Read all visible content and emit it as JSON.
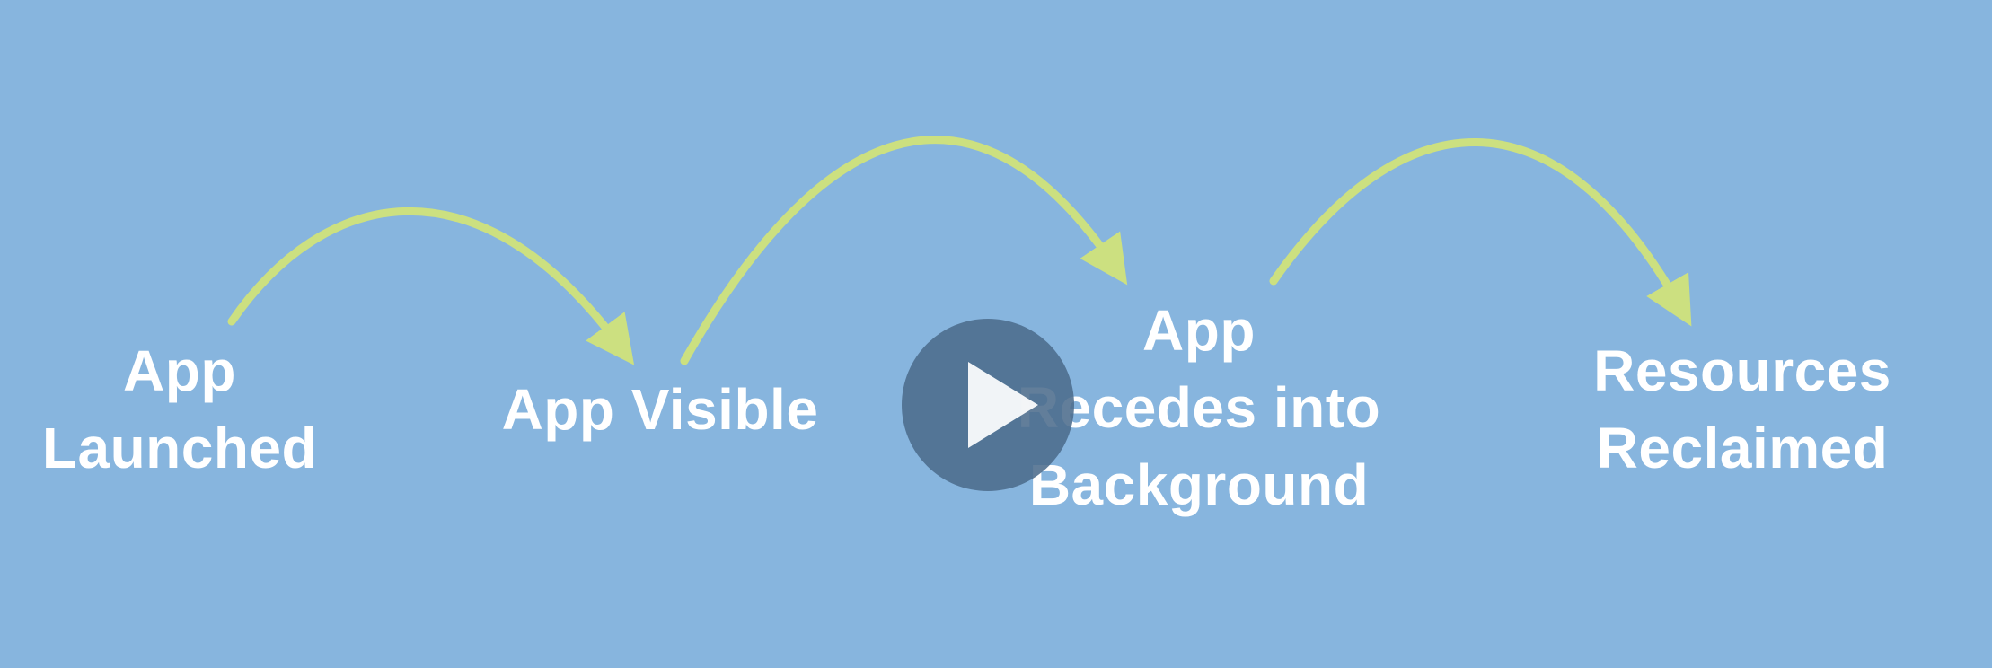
{
  "stages": [
    {
      "id": "launched",
      "label": "App\nLaunched"
    },
    {
      "id": "visible",
      "label": "App Visible"
    },
    {
      "id": "recedes",
      "label": "App\nRecedes into\nBackground"
    },
    {
      "id": "reclaimed",
      "label": "Resources\nReclaimed"
    }
  ],
  "colors": {
    "background": "#87b5de",
    "arrow": "#cce080",
    "label": "#ffffff",
    "play_button": "#4c6c8c"
  },
  "video": {
    "control_icon": "play-icon"
  }
}
